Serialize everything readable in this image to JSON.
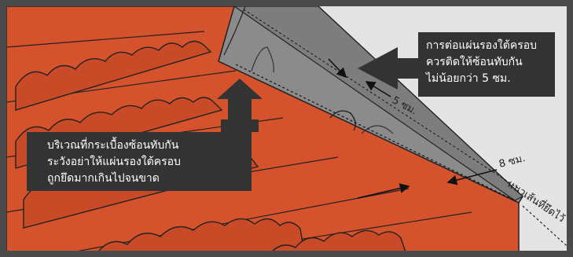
{
  "callouts": {
    "overlap_note": {
      "lines": [
        "การต่อแผ่นรองใต้ครอบ",
        "ควรติดให้ซ้อนทับกัน",
        "ไม่น้อยกว่า 5 ซม."
      ]
    },
    "tear_warning": {
      "lines": [
        "บริเวณที่กระเบื้องซ้อนทับกัน",
        "ระวังอย่าให้แผ่นรองใต้ครอบ",
        "ถูกยึดมากเกินไปจนขาด"
      ]
    }
  },
  "dimensions": {
    "overlap": "5 ซม.",
    "width": "8 ซม."
  },
  "labels": {
    "fixing_line": "แนวเส้นที่ยึดไว้"
  },
  "colors": {
    "frame": "#4a4a4a",
    "callout_bg": "#333333",
    "tile": "#d4532c",
    "tile_dark": "#b8431f",
    "membrane": "#7d7d7d",
    "background": "#e4e4e4"
  }
}
